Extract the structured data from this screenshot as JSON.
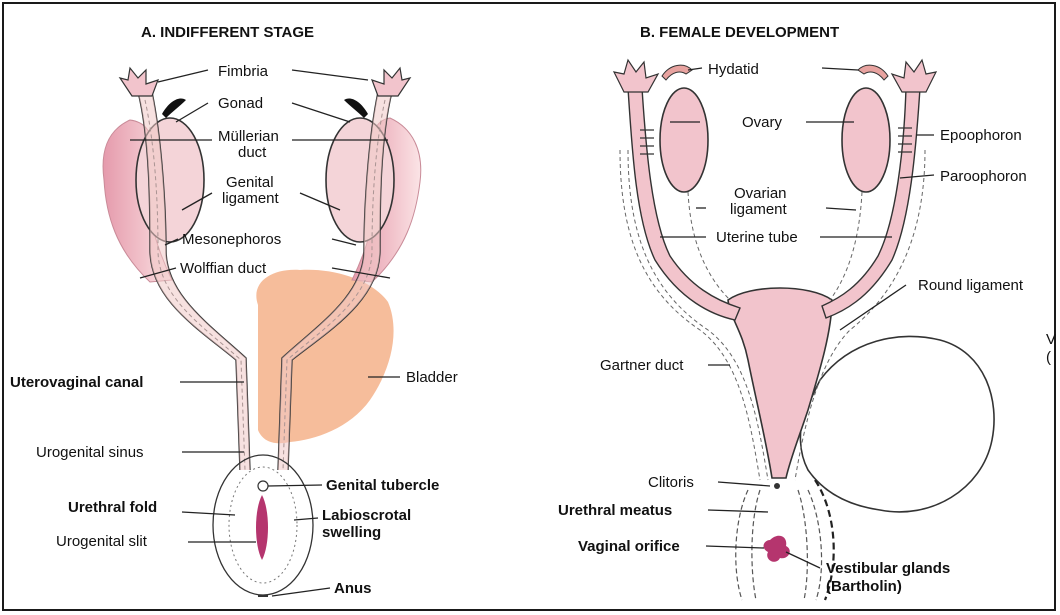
{
  "panel_a": {
    "title": "A. INDIFFERENT STAGE",
    "labels": {
      "fimbria": "Fimbria",
      "gonad": "Gonad",
      "mullerian_1": "Müllerian",
      "mullerian_2": "duct",
      "genital_lig_1": "Genital",
      "genital_lig_2": "ligament",
      "mesonephoros": "Mesonephoros",
      "wolffian": "Wolffian duct",
      "bladder": "Bladder",
      "uterovaginal": "Uterovaginal canal",
      "urogenital_sinus": "Urogenital sinus",
      "genital_tubercle": "Genital tubercle",
      "urethral_fold": "Urethral fold",
      "labioscrotal_1": "Labioscrotal",
      "labioscrotal_2": "swelling",
      "urogenital_slit": "Urogenital slit",
      "anus": "Anus"
    }
  },
  "panel_b": {
    "title": "B. FEMALE DEVELOPMENT",
    "labels": {
      "hydatid": "Hydatid",
      "ovary": "Ovary",
      "epoophoron": "Epoophoron",
      "paroophoron": "Paroophoron",
      "ovarian_lig_1": "Ovarian",
      "ovarian_lig_2": "ligament",
      "uterine_tube": "Uterine tube",
      "round_ligament": "Round ligament",
      "gartner": "Gartner duct",
      "clitoris": "Clitoris",
      "urethral_meatus": "Urethral meatus",
      "vaginal_orifice": "Vaginal orifice",
      "vestibular_1": "Vestibular glands",
      "vestibular_2": "(Bartholin)",
      "cut_1": "V",
      "cut_2": "("
    }
  },
  "colors": {
    "tissue_pink": "#f2c4cc",
    "duct_pink": "#f0c8c6",
    "bladder_peach": "#f6bd9b",
    "gland_magenta": "#b5356e",
    "line": "#222222"
  }
}
